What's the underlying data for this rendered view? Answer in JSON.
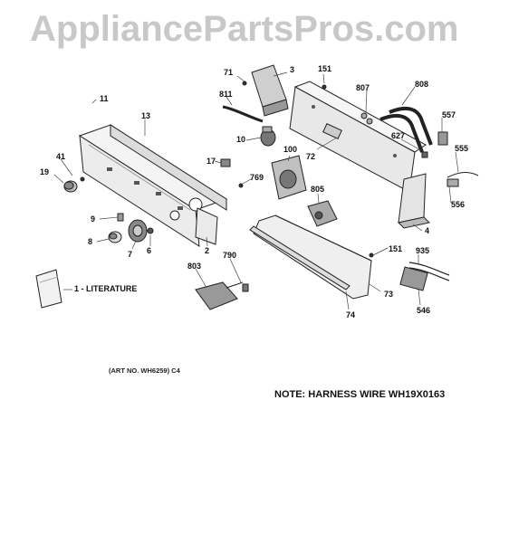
{
  "watermark": "AppliancePartsPros.com",
  "note": "NOTE: HARNESS WIRE WH19X0163",
  "art_no": "(ART NO. WH6259) C4",
  "literature_label": "1 - LITERATURE",
  "callouts": {
    "c71": "71",
    "c3": "3",
    "c151a": "151",
    "c807": "807",
    "c808": "808",
    "c811": "811",
    "c11": "11",
    "c13": "13",
    "c557": "557",
    "c627": "627",
    "c10": "10",
    "c100": "100",
    "c72": "72",
    "c555": "555",
    "c41": "41",
    "c19": "19",
    "c17": "17",
    "c769": "769",
    "c805": "805",
    "c556": "556",
    "c9": "9",
    "c4": "4",
    "c8": "8",
    "c6": "6",
    "c7": "7",
    "c2": "2",
    "c151b": "151",
    "c935": "935",
    "c790": "790",
    "c803": "803",
    "c73": "73",
    "c546": "546",
    "c74": "74"
  }
}
